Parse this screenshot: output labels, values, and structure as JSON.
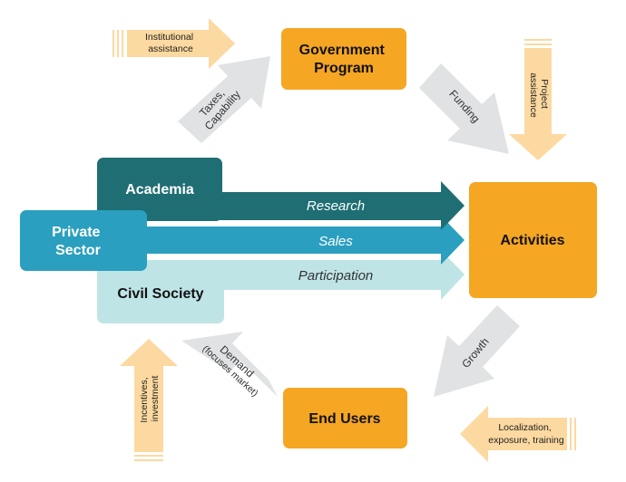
{
  "colors": {
    "orange": "#f5a623",
    "light_orange": "#fcd9a0",
    "gray_arrow": "#e0e2e4",
    "academia": "#1f6e73",
    "private_sector": "#2b9fbf",
    "civil_society": "#bfe4e6",
    "text_dark": "#111111",
    "text_white": "#ffffff"
  },
  "boxes": {
    "government": {
      "line1": "Government",
      "line2": "Program"
    },
    "activities": {
      "label": "Activities"
    },
    "end_users": {
      "label": "End Users"
    },
    "academia": {
      "label": "Academia"
    },
    "private_sector": {
      "line1": "Private",
      "line2": "Sector"
    },
    "civil_society": {
      "label": "Civil Society"
    }
  },
  "flows": {
    "research": "Research",
    "sales": "Sales",
    "participation": "Participation"
  },
  "cycle_arrows": {
    "taxes": {
      "line1": "Taxes,",
      "line2": "Capability"
    },
    "funding": "Funding",
    "growth": "Growth",
    "demand": {
      "line1": "Demand",
      "line2": "(focuses market)"
    }
  },
  "input_arrows": {
    "institutional": {
      "line1": "Institutional",
      "line2": "assistance"
    },
    "project": {
      "line1": "Project",
      "line2": "assistance"
    },
    "localization": {
      "line1": "Localization,",
      "line2": "exposure, training"
    },
    "incentives": {
      "line1": "Incentives,",
      "line2": "investment"
    }
  }
}
